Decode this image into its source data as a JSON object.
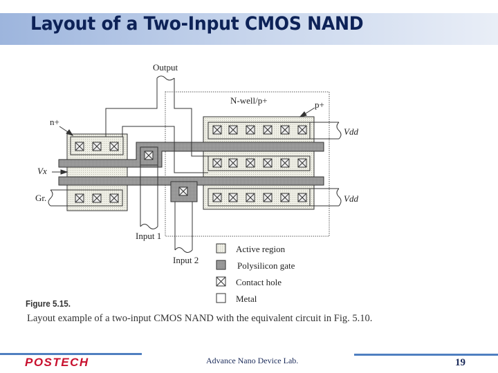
{
  "header": {
    "title": "Layout of a Two-Input CMOS NAND"
  },
  "diagram": {
    "labels": {
      "output": "Output",
      "nwell": "N-well/p+",
      "pplus": "p+",
      "nplus": "n+",
      "vx": "Vx",
      "gr": "Gr.",
      "vdd_top": "Vdd",
      "vdd_bottom": "Vdd",
      "input1": "Input 1",
      "input2": "Input 2"
    },
    "legend": [
      {
        "label": "Active region",
        "swatch": "active"
      },
      {
        "label": "Polysilicon gate",
        "swatch": "poly"
      },
      {
        "label": "Contact hole",
        "swatch": "contact"
      },
      {
        "label": "Metal",
        "swatch": "metal"
      }
    ]
  },
  "figure": {
    "number": "Figure 5.15.",
    "caption": "Layout example of a two-input CMOS NAND with the equivalent circuit in Fig. 5.10."
  },
  "footer": {
    "logo": "POSTECH",
    "lab": "Advance Nano Device Lab.",
    "page": "19"
  },
  "colors": {
    "title": "#0d2257",
    "title_bar": "#9db5dd",
    "footer_line": "#4f7fc0",
    "logo": "#c8102e"
  }
}
